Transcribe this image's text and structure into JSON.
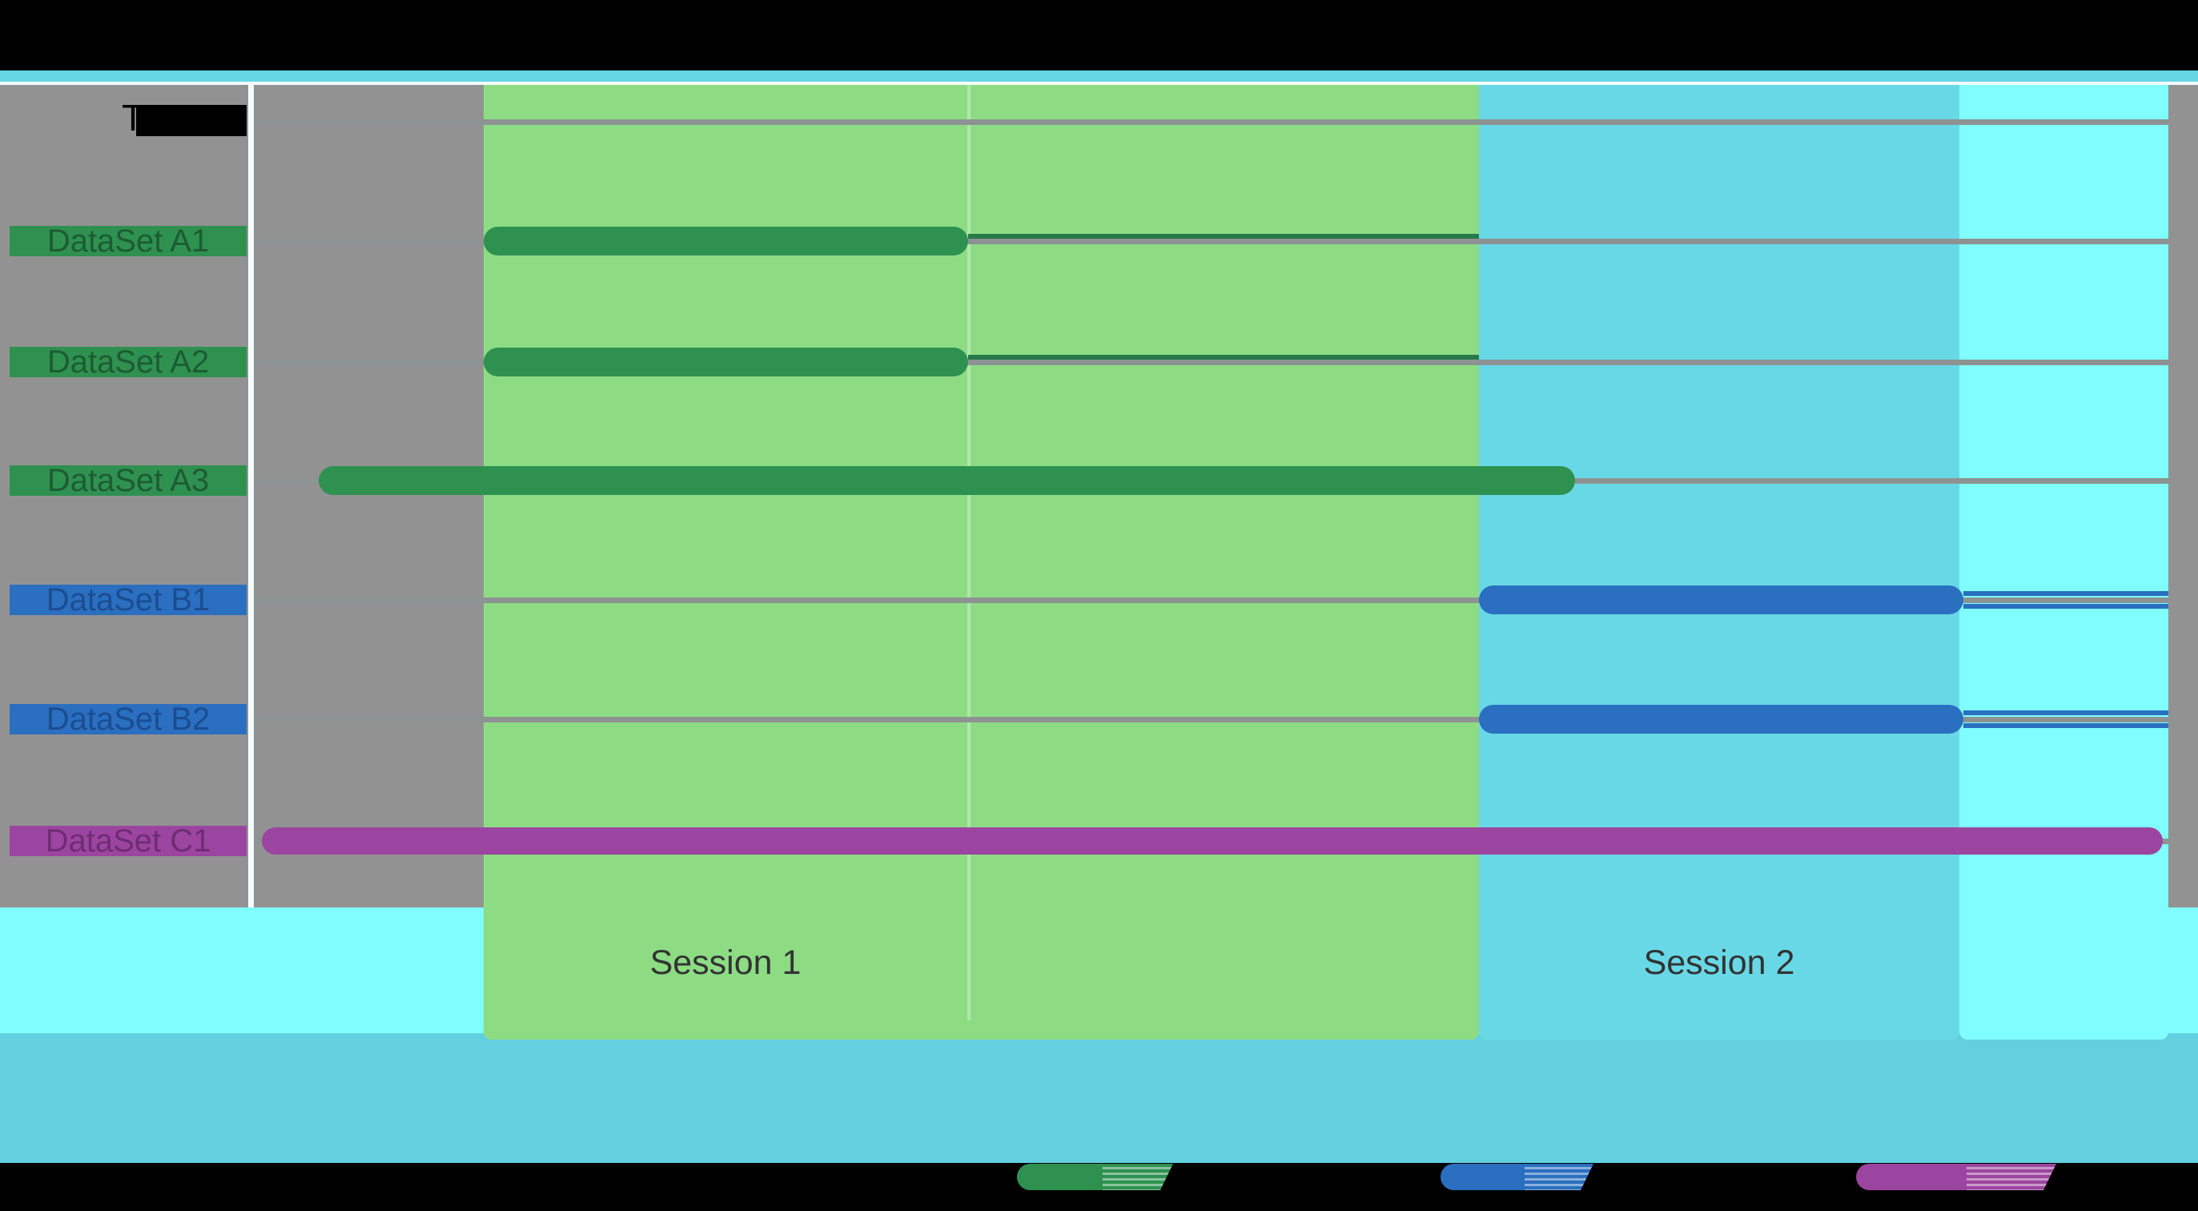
{
  "title": {
    "visible_text": "T"
  },
  "sessions": [
    {
      "label": "Session 1"
    },
    {
      "label": "Session 2"
    }
  ],
  "legend": {
    "items": [
      {
        "name": "series-a-swatch",
        "color": "#2e9150",
        "label": ""
      },
      {
        "name": "series-b-swatch",
        "color": "#2a6fc0",
        "label": ""
      },
      {
        "name": "series-c-swatch",
        "color": "#9c45a0",
        "label": ""
      }
    ]
  },
  "colors": {
    "black": "#000000",
    "gray": "#929292",
    "stripe": "#66d6e4",
    "white_rule": "#f4fdfc",
    "band_green": "#8ddc84",
    "band_cyan": "#68d8e6",
    "band_bright": "#80fdff",
    "bottom_band": "#63d0e0",
    "gridline": "#8d9392",
    "strip_green": "#26794a",
    "bar_green": "#2e9150",
    "bar_blue": "#2a6fc0",
    "bar_purple": "#9c45a0",
    "chip_text_green": "#1d5c33",
    "chip_text_blue": "#1b4d90",
    "chip_text_purple": "#6e2d73",
    "session_text": "#333333"
  },
  "chart_data": {
    "type": "gantt",
    "title_visible": "T",
    "x_axis": {
      "range": [
        0,
        1
      ],
      "visible_tick_labels": [],
      "note_units": "fraction of plot width"
    },
    "rows": [
      {
        "label": "DataSet A1",
        "series": "a",
        "start": 0.12,
        "end": 0.373
      },
      {
        "label": "DataSet A2",
        "series": "a",
        "start": 0.12,
        "end": 0.373
      },
      {
        "label": "DataSet A3",
        "series": "a",
        "start": 0.034,
        "end": 0.69
      },
      {
        "label": "DataSet B1",
        "series": "b",
        "start": 0.64,
        "end": 0.893
      },
      {
        "label": "DataSet B2",
        "series": "b",
        "start": 0.64,
        "end": 0.893
      },
      {
        "label": "DataSet C1",
        "series": "c",
        "start": 0.004,
        "end": 0.997
      }
    ],
    "session_bands": [
      {
        "label": "Session 1",
        "start": 0.12,
        "end": 0.64,
        "color": "#8ddc84"
      },
      {
        "label": "Session 2",
        "start": 0.64,
        "end": 0.891,
        "color": "#68d8e6"
      },
      {
        "label": "",
        "start": 0.891,
        "end": 1.0,
        "color": "#80fdff"
      }
    ],
    "legend_position": "bottom",
    "grid": true
  }
}
